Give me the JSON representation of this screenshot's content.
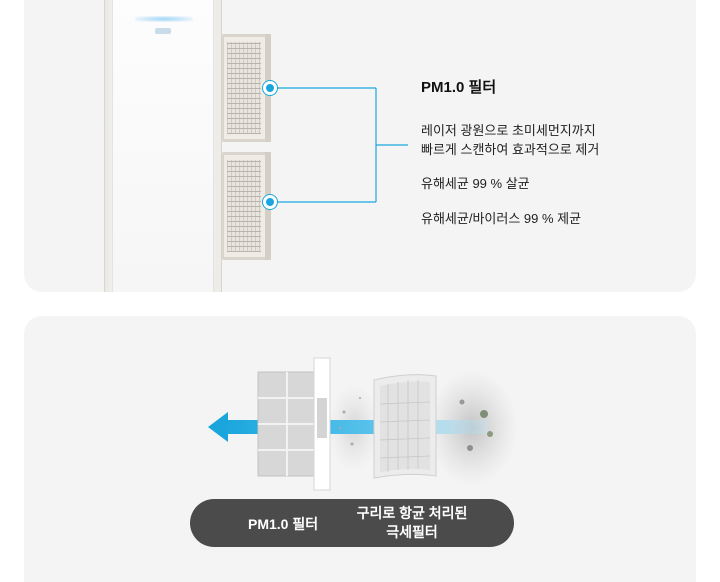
{
  "top_card": {
    "title": "PM1.0 필터",
    "description_line1": "레이저 광원으로 초미세먼지까지",
    "description_line2": "빠르게 스캔하여 효과적으로 제거",
    "feature1": "유해세균 99 % 살균",
    "feature2": "유해세균/바이러스 99 % 제균"
  },
  "bottom_card": {
    "label_left": "PM1.0 필터",
    "label_right_line1": "구리로 항균 처리된",
    "label_right_line2": "극세필터"
  },
  "colors": {
    "accent": "#1aa6dd",
    "card_bg": "#f4f4f4",
    "pill_bg": "#4b4b4b"
  }
}
